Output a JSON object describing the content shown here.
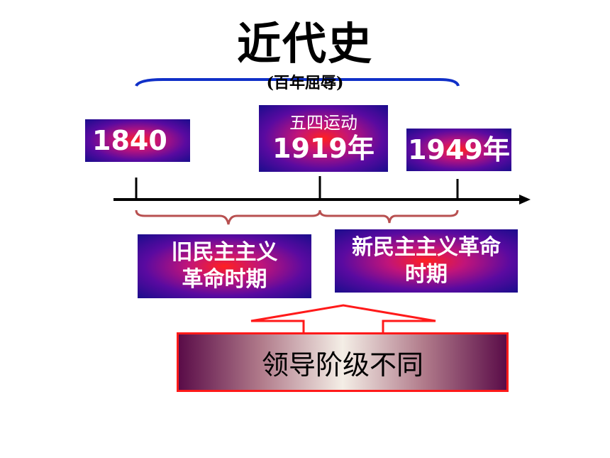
{
  "title": "近代史",
  "subtitle": "(百年屈辱)",
  "milestones": {
    "start": "1840",
    "mid_event": "五四运动",
    "mid_year": "1919年",
    "end": "1949年"
  },
  "periods": {
    "old_line1": "旧民主主义",
    "old_line2": "革命时期",
    "new_line1": "新民主主义革命",
    "new_line2": "时期"
  },
  "conclusion": "领导阶级不同",
  "colors": {
    "title_brace": "#1030c8",
    "period_brace": "#b85050",
    "arrow_border": "#ff1a1a",
    "timeline": "#000000"
  }
}
